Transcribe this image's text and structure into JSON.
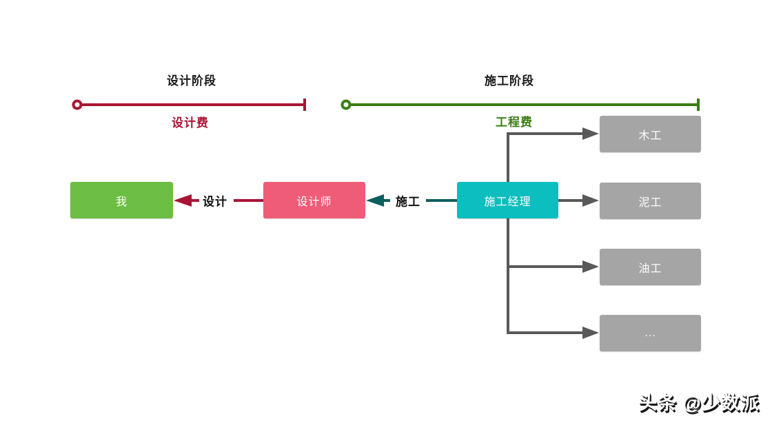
{
  "phases": {
    "design": {
      "title": "设计阶段",
      "fee_label": "设计费",
      "color": "#a91434"
    },
    "construction": {
      "title": "施工阶段",
      "fee_label": "工程费",
      "color": "#3a7e12"
    }
  },
  "nodes": {
    "me": {
      "label": "我",
      "color": "#6cbe44"
    },
    "designer": {
      "label": "设计师",
      "color": "#ee5c78"
    },
    "manager": {
      "label": "施工经理",
      "color": "#0cbebe"
    },
    "workers": [
      {
        "label": "木工"
      },
      {
        "label": "泥工"
      },
      {
        "label": "油工"
      },
      {
        "label": "..."
      }
    ]
  },
  "edges": {
    "design": {
      "label": "设计",
      "color": "#a91434"
    },
    "construction": {
      "label": "施工",
      "color": "#0d5e5e"
    },
    "worker_connector_color": "#595959"
  },
  "watermark": {
    "text": "头条 @少数派"
  }
}
